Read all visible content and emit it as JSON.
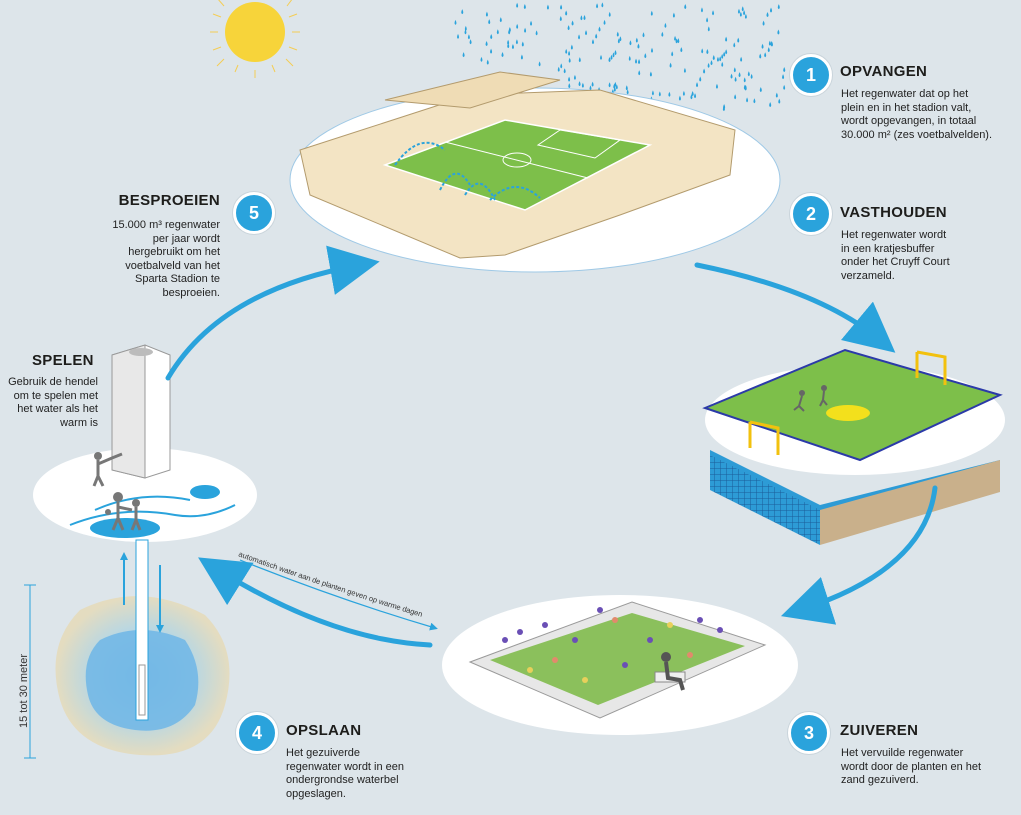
{
  "steps": [
    {
      "number": "1",
      "title": "OPVANGEN",
      "text": "Het regenwater dat op het\nplein en in het stadion valt,\nwordt opgevangen, in totaal\n30.000 m² (zes voetbalvelden)."
    },
    {
      "number": "2",
      "title": "VASTHOUDEN",
      "text": "Het regenwater wordt\nin een kratjesbuffer\nonder het Cruyff Court\nverzameld."
    },
    {
      "number": "3",
      "title": "ZUIVEREN",
      "text": "Het vervuilde regenwater\nwordt door de planten en het\nzand gezuiverd."
    },
    {
      "number": "4",
      "title": "OPSLAAN",
      "text": "Het gezuiverde\nregenwater wordt in een\nondergrondse waterbel\nopgeslagen."
    },
    {
      "number": "5",
      "title": "BESPROEIEN",
      "text": "15.000 m³ regenwater\nper jaar wordt\nhergebruikt om het\nvoetbalveld van het\nSparta Stadion te\nbesproeien."
    }
  ],
  "spelen": {
    "title": "SPELEN",
    "text": "Gebruik de hendel\nom te spelen met\nhet water als het\nwarm is"
  },
  "depth_label": "15 tot 30 meter",
  "arrow_label": "automatisch water aan de planten geven op warme dagen",
  "colors": {
    "background": "#dde5ea",
    "accent_blue": "#2aa3dc",
    "grass": "#7dbf4a",
    "stadium": "#f3e4c4",
    "sun": "#f7d43a"
  }
}
